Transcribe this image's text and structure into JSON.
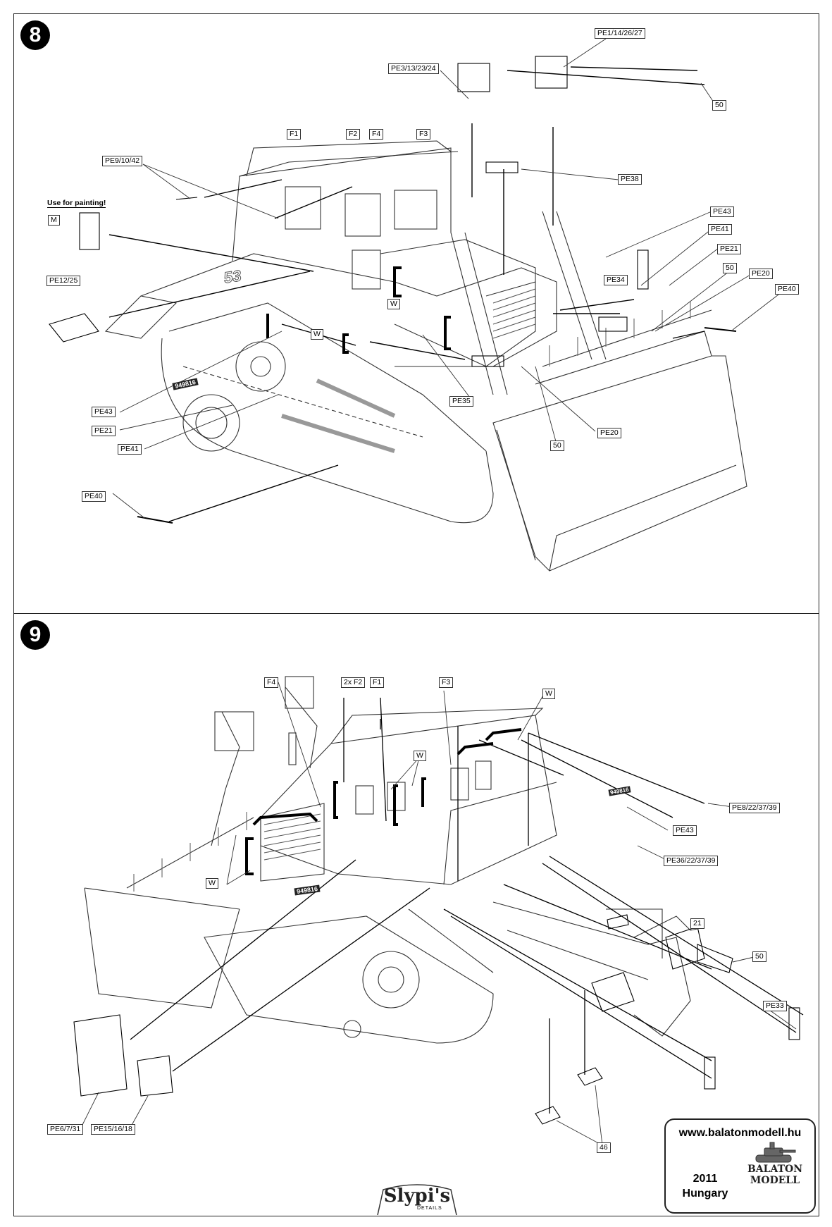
{
  "steps": {
    "top": "8",
    "bottom": "9"
  },
  "note": {
    "use_for_painting": "Use for painting!"
  },
  "labels_step8": {
    "pe1": "PE1/14/26/27",
    "pe3": "PE3/13/23/24",
    "n50_top": "50",
    "f1": "F1",
    "f2": "F2",
    "f4": "F4",
    "f3": "F3",
    "pe9": "PE9/10/42",
    "pe38": "PE38",
    "m": "M",
    "pe43_right": "PE43",
    "pe41_right": "PE41",
    "pe21_right": "PE21",
    "n50_mid": "50",
    "pe20_right": "PE20",
    "pe40_right": "PE40",
    "pe34": "PE34",
    "pe12": "PE12/25",
    "w_upper": "W",
    "w_lower": "W",
    "pe35": "PE35",
    "pe43_left": "PE43",
    "pe21_left": "PE21",
    "pe41_left": "PE41",
    "n50_bottom": "50",
    "pe20_bottom": "PE20",
    "pe40_left": "PE40"
  },
  "labels_step9": {
    "f4": "F4",
    "f2x2": "2x F2",
    "f1": "F1",
    "f3": "F3",
    "w_top": "W",
    "w_mid": "W",
    "w_left": "W",
    "pe43": "PE43",
    "pe8": "PE8/22/37/39",
    "pe36": "PE36/22/37/39",
    "n21": "21",
    "n50": "50",
    "pe33": "PE33",
    "n46": "46",
    "pe6": "PE6/7/31",
    "pe15": "PE15/16/18"
  },
  "decals": {
    "side_number": "53",
    "plate": "949816"
  },
  "info": {
    "website": "www.balatonmodell.hu",
    "year": "2011",
    "country": "Hungary",
    "logo_line1": "BALATON",
    "logo_line2": "MODELL"
  },
  "brand": {
    "name": "Slypi's",
    "sub": "DETAILS"
  }
}
